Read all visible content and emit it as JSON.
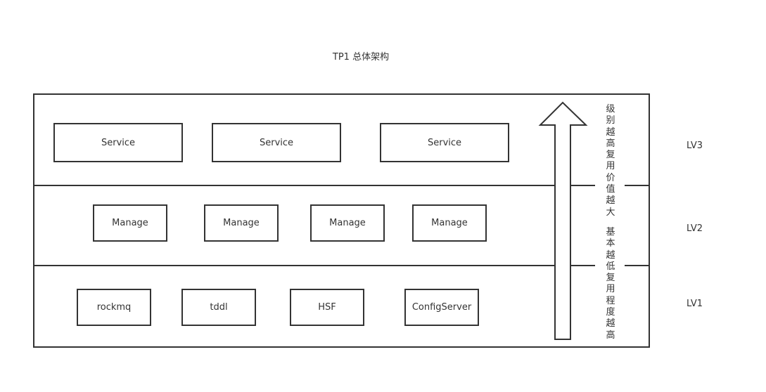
{
  "title": "TP1 总体架构",
  "layers": {
    "service": [
      "Service",
      "Service",
      "Service"
    ],
    "manage": [
      "Manage",
      "Manage",
      "Manage",
      "Manage"
    ],
    "base": [
      "rockmq",
      "tddl",
      "HSF",
      "ConfigServer"
    ]
  },
  "levels": {
    "lv3": "LV3",
    "lv2": "LV2",
    "lv1": "LV1"
  },
  "annotations": {
    "top": "级别越高复用价值越大",
    "bottom": "基本越低复用程度越高"
  }
}
